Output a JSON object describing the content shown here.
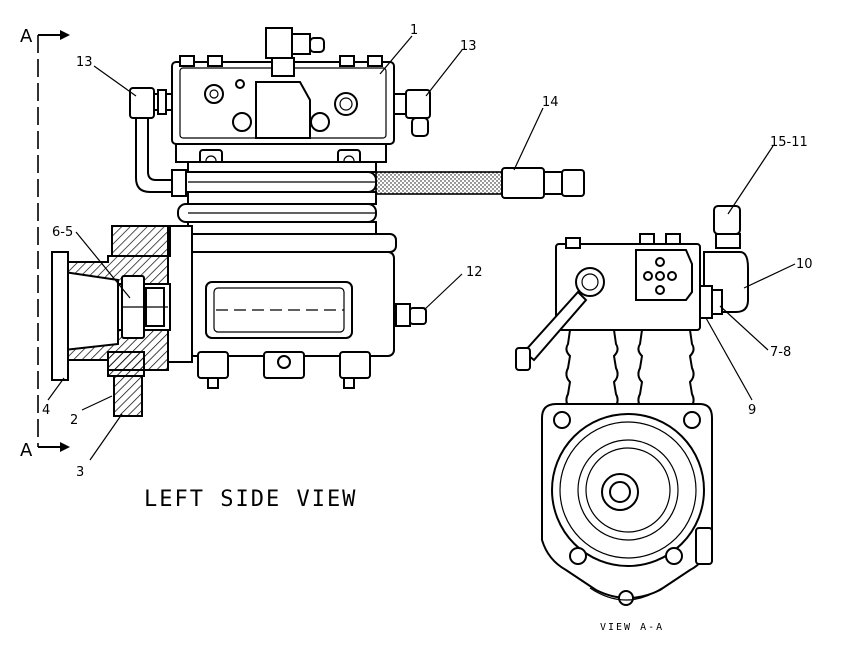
{
  "section_marks": {
    "top": "A",
    "bottom": "A"
  },
  "callouts": {
    "c1": "1",
    "c13_left": "13",
    "c13_right": "13",
    "c14": "14",
    "c6_5": "6-5",
    "c12": "12",
    "c4": "4",
    "c2": "2",
    "c3": "3",
    "c15_11": "15-11",
    "c10": "10",
    "c7_8": "7-8",
    "c9": "9"
  },
  "view_titles": {
    "left": "LEFT SIDE VIEW",
    "right": "VIEW A-A"
  }
}
